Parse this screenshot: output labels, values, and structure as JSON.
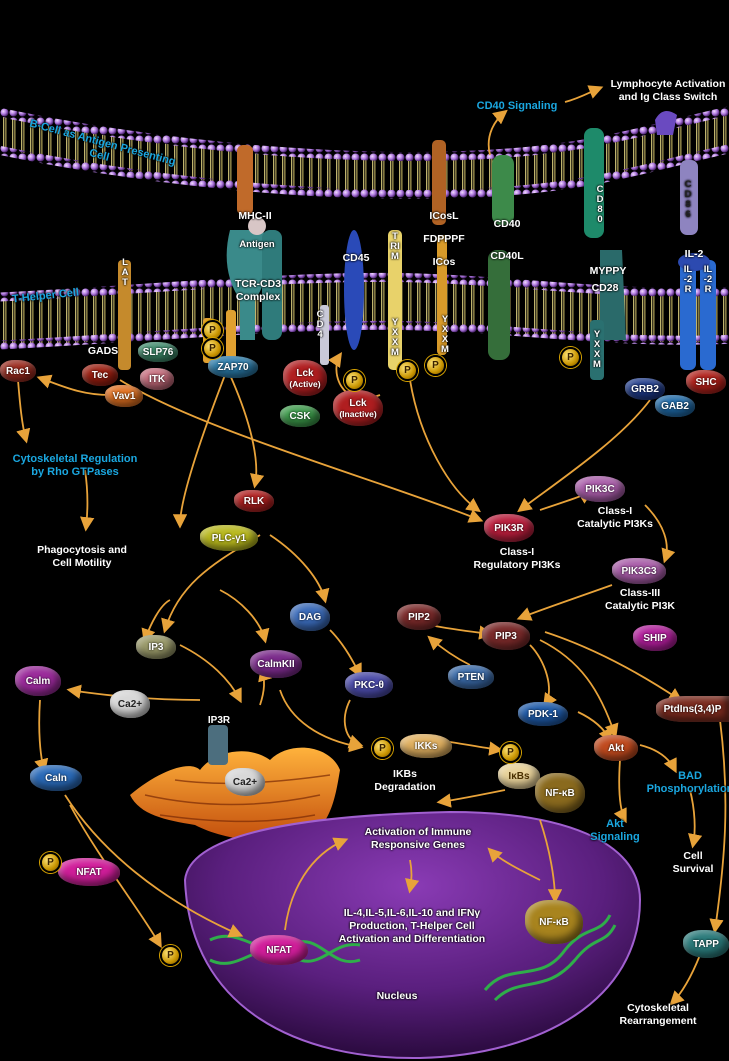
{
  "regions": {
    "apc": "B-Cell as Antigen Presenting Cell",
    "th": "T-Helper Cell",
    "nucleus": "Nucleus"
  },
  "labels": {
    "cd40_signaling": "CD40 Signaling",
    "lymph_act_1": "Lymphocyte Activation",
    "lymph_act_2": "and Ig Class Switch",
    "mhc": "MHC-II",
    "antigen": "Antigen",
    "tcr_1": "TCR-CD3",
    "tcr_2": "Complex",
    "lat": "LAT",
    "cd45": "CD45",
    "trim": "TRIM",
    "yxxm1": "YXXM",
    "yxxm2": "YXXM",
    "yxxm3": "YXXM",
    "icosl": "ICosL",
    "fdpppf": "FDPPPF",
    "icos": "ICos",
    "cd40": "CD40",
    "cd40l": "CD40L",
    "cd80": "CD80",
    "cd86": "CD86",
    "myppy": "MYPPY",
    "cd28": "CD28",
    "il2": "IL-2",
    "il2r1": "IL-2R",
    "il2r2": "IL-2R",
    "cd4": "CD4",
    "gads": "GADS",
    "cytoskeletal_reg_1": "Cytoskeletal Regulation",
    "cytoskeletal_reg_2": "by Rho GTPases",
    "phago_1": "Phagocytosis and",
    "phago_2": "Cell Motility",
    "class1_cat_1": "Class-I",
    "class1_cat_2": "Catalytic PI3Ks",
    "class1_reg_1": "Class-I",
    "class1_reg_2": "Regulatory PI3Ks",
    "class3_cat_1": "Class-III",
    "class3_cat_2": "Catalytic PI3K",
    "ikbs_deg_1": "IKBs",
    "ikbs_deg_2": "Degradation",
    "bad_1": "BAD",
    "bad_2": "Phosphorylation",
    "akt_sig_1": "Akt",
    "akt_sig_2": "Signaling",
    "survival_1": "Cell",
    "survival_2": "Survival",
    "activation_1": "Activation of Immune",
    "activation_2": "Responsive Genes",
    "il_prod_1": "IL-4,IL-5,IL-6,IL-10 and IFNγ",
    "il_prod_2": "Production, T-Helper Cell",
    "il_prod_3": "Activation and Differentiation",
    "cyto_rearr_1": "Cytoskeletal",
    "cyto_rearr_2": "Rearrangement"
  },
  "nodes": {
    "rac1": "Rac1",
    "tec": "Tec",
    "vav1": "Vav1",
    "slp76": "SLP76",
    "itk": "ITK",
    "zap70": "ZAP70",
    "lck_active": "Lck",
    "lck_active_sub": "(Active)",
    "csk": "CSK",
    "lck_inactive": "Lck",
    "lck_inactive_sub": "(Inactive)",
    "grb2": "GRB2",
    "shc": "SHC",
    "gab2": "GAB2",
    "rlk": "RLK",
    "plcg1": "PLC-γ1",
    "pik3c": "PIK3C",
    "pik3r": "PIK3R",
    "pik3c3": "PIK3C3",
    "dag": "DAG",
    "pip2": "PIP2",
    "pip3": "PIP3",
    "ship": "SHIP",
    "ip3": "IP3",
    "calmkii": "CalmKII",
    "calm": "Calm",
    "ca_a": "Ca2+",
    "ip3r": "IP3R",
    "ca_b": "Ca2+",
    "pkc": "PKC-θ",
    "pten": "PTEN",
    "pdk1": "PDK-1",
    "ptdins": "PtdIns(3,4)P",
    "ikks": "IKKs",
    "ikbs": "IκBs",
    "nfkb": "NF-κB",
    "akt": "Akt",
    "caln": "Caln",
    "nfat_cyto": "NFAT",
    "nfat_nuc": "NFAT",
    "nfkb_nuc": "NF-κB",
    "tapp": "TAPP",
    "p": "P"
  },
  "colors": {
    "membrane": "#b07be0",
    "arrow": "#e8a33a",
    "cyan_text": "#1aa7e0",
    "nucleus": "#6a2a8e"
  }
}
